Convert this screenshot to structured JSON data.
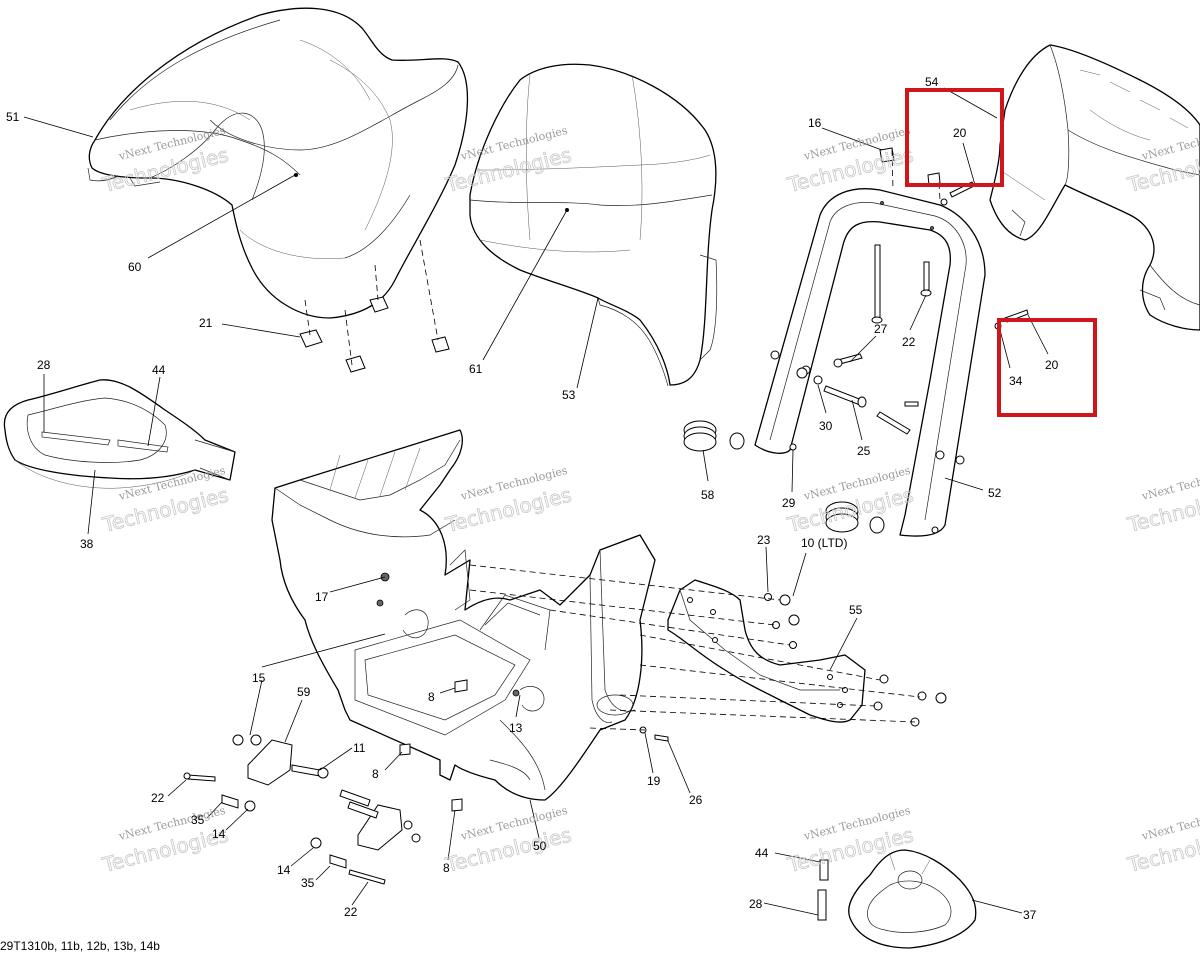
{
  "diagram": {
    "reference": "29T1310b, 11b, 12b, 13b, 14b",
    "watermark_line1": "vNext Technologies",
    "watermark_line2": "Technologies",
    "highlight_color": "#d0161b",
    "callouts": {
      "c51": "51",
      "c60": "60",
      "c21": "21",
      "c61": "61",
      "c53": "53",
      "c54": "54",
      "c20a": "20",
      "c16": "16",
      "c22a": "22",
      "c27": "27",
      "c34": "34",
      "c20b": "20",
      "c30": "30",
      "c25": "25",
      "c29": "29",
      "c58": "58",
      "c52": "52",
      "c28a": "28",
      "c44a": "44",
      "c38": "38",
      "c17": "17",
      "c23": "23",
      "c10": "10 (LTD)",
      "c55": "55",
      "c15": "15",
      "c59": "59",
      "c8a": "8",
      "c13": "13",
      "c11": "11",
      "c8b": "8",
      "c22b": "22",
      "c35a": "35",
      "c14a": "14",
      "c19": "19",
      "c26": "26",
      "c50": "50",
      "c8c": "8",
      "c14b": "14",
      "c35b": "35",
      "c22c": "22",
      "c44b": "44",
      "c28b": "28",
      "c37": "37"
    }
  }
}
